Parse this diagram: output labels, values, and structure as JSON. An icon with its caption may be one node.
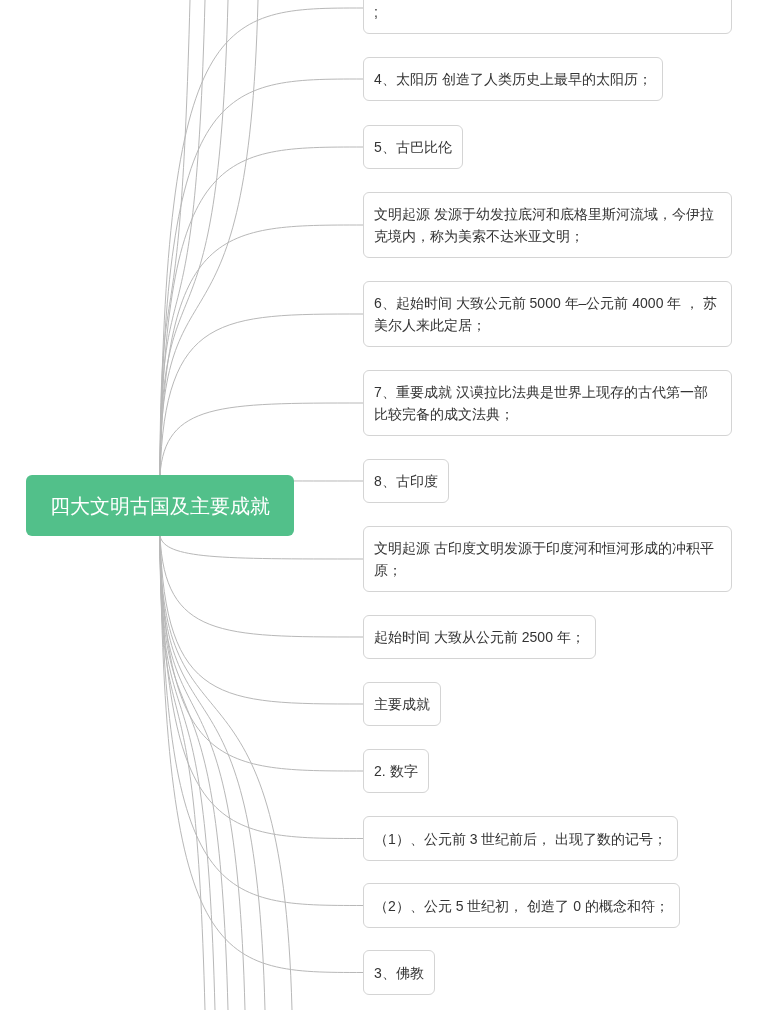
{
  "diagram": {
    "nodes": [
      {
        "text": [
          "四大文明古国及主要成就"
        ]
      },
      {
        "text": [
          ";"
        ]
      },
      {
        "text": [
          "4、太阳历 创造了人类历史上最早的太阳历；"
        ]
      },
      {
        "text": [
          "5、古巴比伦"
        ]
      },
      {
        "text": [
          "文明起源 发源于幼发拉底河和底格里斯河流域，今伊拉克境内，称为美索不达米亚文明；"
        ]
      },
      {
        "text": [
          "6、起始时间 大致公元前 5000 年–公元前 4000 年 ， 苏美尔人来此定居；"
        ]
      },
      {
        "text": [
          "7、重要成就 汉谟拉比法典是世界上现存的古代第一部比较完备的成文法典；"
        ]
      },
      {
        "text": [
          "8、古印度"
        ]
      },
      {
        "text": [
          "文明起源 古印度文明发源于印度河和恒河形成的冲积平原；"
        ]
      },
      {
        "text": [
          "起始时间 大致从公元前 2500 年；"
        ]
      },
      {
        "text": [
          "主要成就"
        ]
      },
      {
        "text": [
          "2. 数字"
        ]
      },
      {
        "text": [
          "（1）、公元前 3 世纪前后， 出现了数的记号；"
        ]
      },
      {
        "text": [
          "（2）、公元 5 世纪初， 创造了 0 的概念和符；"
        ]
      },
      {
        "text": [
          "3、佛教"
        ]
      }
    ],
    "edges": [
      {
        "from": 0,
        "to": 1,
        "arrow": "none"
      },
      {
        "from": 0,
        "to": 2,
        "arrow": "none"
      },
      {
        "from": 0,
        "to": 3,
        "arrow": "none"
      },
      {
        "from": 0,
        "to": 4,
        "arrow": "none"
      },
      {
        "from": 0,
        "to": 5,
        "arrow": "none"
      },
      {
        "from": 0,
        "to": 6,
        "arrow": "none"
      },
      {
        "from": 0,
        "to": 7,
        "arrow": "none"
      },
      {
        "from": 0,
        "to": 8,
        "arrow": "none"
      },
      {
        "from": 0,
        "to": 9,
        "arrow": "none"
      },
      {
        "from": 0,
        "to": 10,
        "arrow": "none"
      },
      {
        "from": 0,
        "to": 11,
        "arrow": "none"
      },
      {
        "from": 0,
        "to": 12,
        "arrow": "none"
      },
      {
        "from": 0,
        "to": 13,
        "arrow": "none"
      },
      {
        "from": 0,
        "to": 14,
        "arrow": "none"
      },
      {
        "from": 0,
        "to": null,
        "arrow": "none"
      },
      {
        "from": 0,
        "to": null,
        "arrow": "none"
      },
      {
        "from": 0,
        "to": null,
        "arrow": "none"
      },
      {
        "from": 0,
        "to": null,
        "arrow": "none"
      },
      {
        "from": 0,
        "to": null,
        "arrow": "none"
      },
      {
        "from": 0,
        "to": null,
        "arrow": "none"
      },
      {
        "from": 0,
        "to": null,
        "arrow": "none"
      },
      {
        "from": 0,
        "to": null,
        "arrow": "none"
      },
      {
        "from": 0,
        "to": null,
        "arrow": "none"
      },
      {
        "from": 0,
        "to": null,
        "arrow": "none"
      }
    ]
  }
}
